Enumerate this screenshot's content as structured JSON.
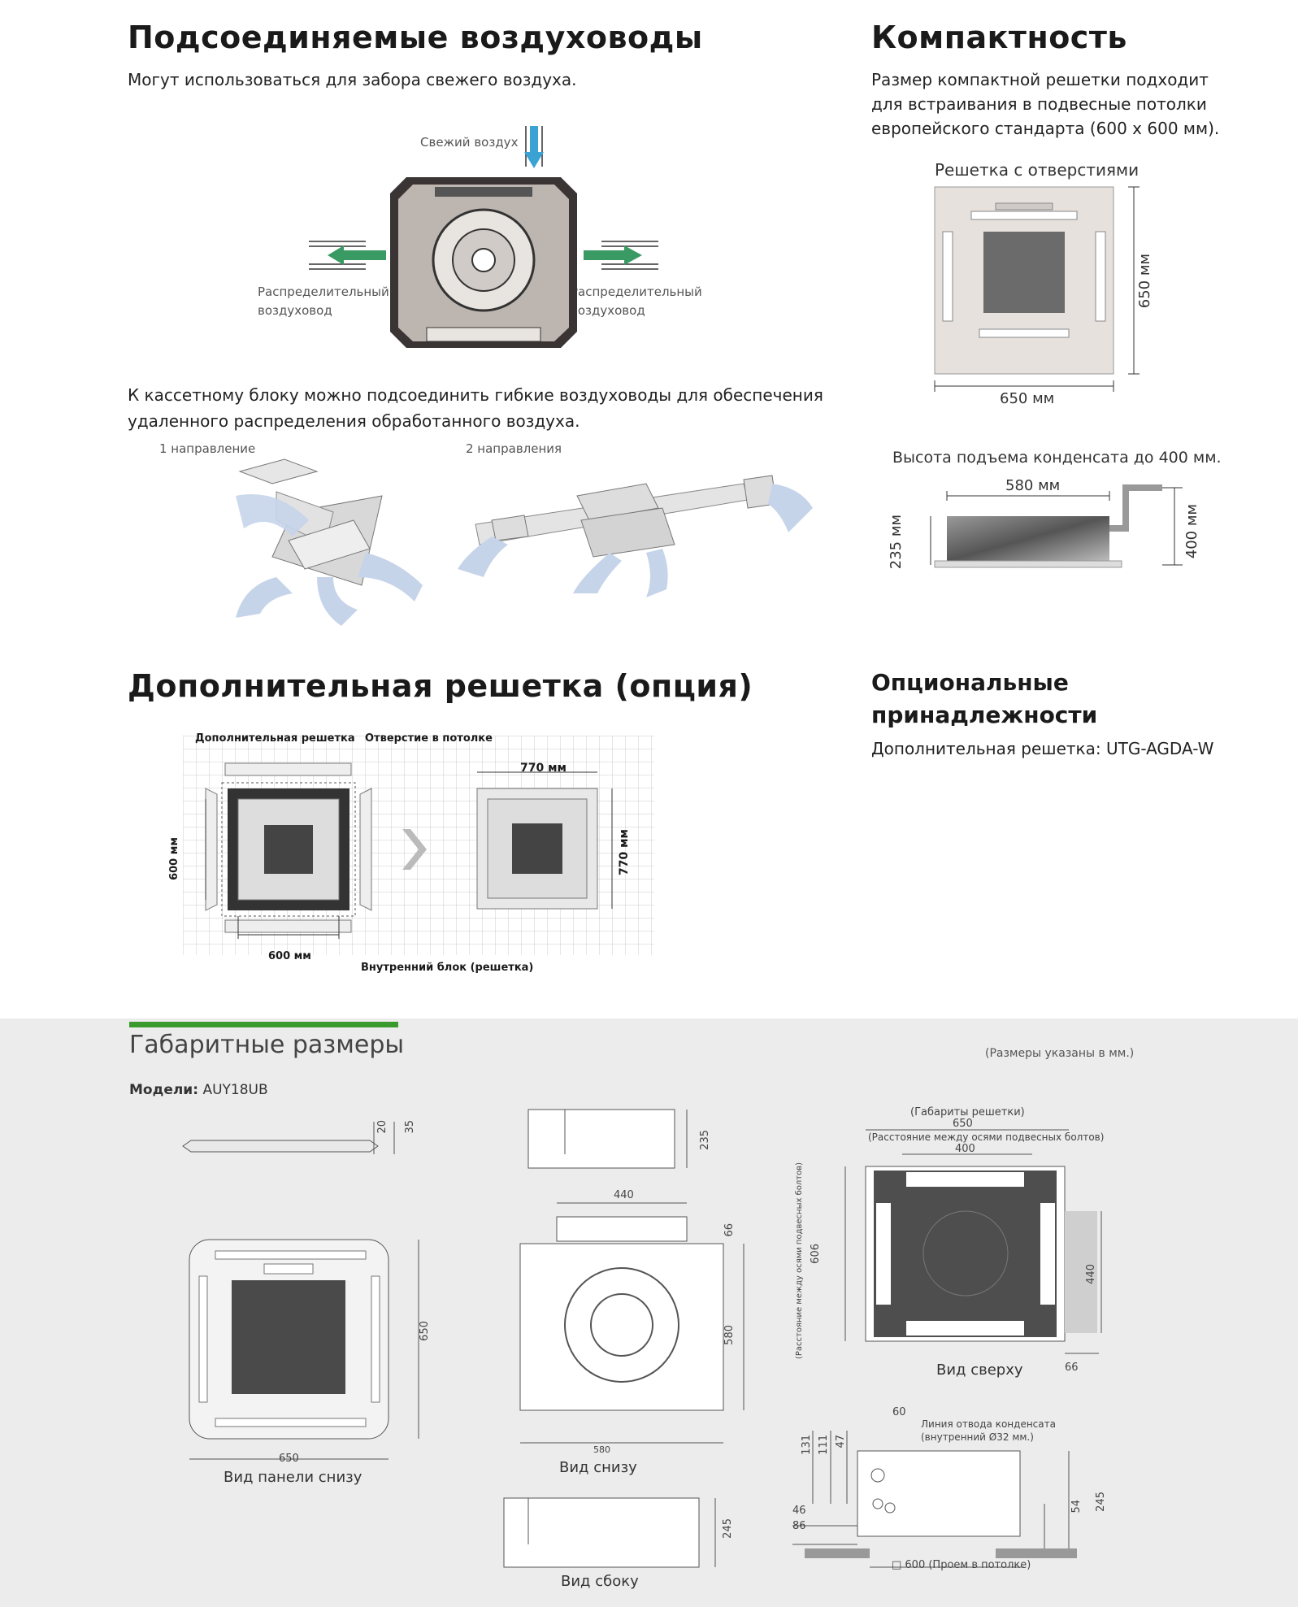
{
  "section1": {
    "title": "Подсоединяемые воздуховоды",
    "subtitle": "Могут использоваться для забора свежего воздуха.",
    "fresh_air": "Свежий воздух",
    "duct_left": [
      "Распределительный",
      "воздуховод"
    ],
    "duct_right": [
      "Распределительный",
      "воздуховод"
    ],
    "body": [
      "К кассетному блоку можно подсоединить гибкие воздуховоды для обеспечения",
      "удаленного распределения обработанного воздуха."
    ],
    "dir1": "1 направление",
    "dir2": "2 направления"
  },
  "compact": {
    "title": "Компактность",
    "body": [
      "Размер компактной решетки подходит",
      "для встраивания в подвесные потолки",
      "европейского стандарта (600 х 600 мм)."
    ],
    "grille_label": "Решетка с отверстиями",
    "width": "650 мм",
    "height": "650 мм",
    "condensate": "Высота подъема конденсата до 400 мм.",
    "c_width": "580 мм",
    "c_height_left": "235 мм",
    "c_height_right": "400 мм"
  },
  "extra_grille": {
    "title": "Дополнительная решетка (опция)",
    "lbl_extra": "Дополнительная решетка",
    "lbl_hole": "Отверстие в потолке",
    "lbl_inner": "Внутренний блок (решетка)",
    "d600v": "600 мм",
    "d600h": "600 мм",
    "d770h": "770 мм",
    "d770v": "770 мм"
  },
  "options": {
    "title": [
      "Опциональные",
      "принадлежности"
    ],
    "text": "Дополнительная решетка: UTG-AGDA-W"
  },
  "dimensions": {
    "title": "Габаритные размеры",
    "note": "(Размеры указаны в мм.)",
    "model_label": "Модели:",
    "model": "AUY18UB",
    "panel": {
      "d20": "20",
      "d35": "35",
      "d650w": "650",
      "d650h": "650",
      "caption": "Вид панели снизу"
    },
    "bottom": {
      "d235": "235",
      "d440": "440",
      "d66": "66",
      "d580v": "580",
      "d580h": "580",
      "caption": "Вид снизу"
    },
    "side": {
      "d245": "245",
      "caption": "Вид сбоку"
    },
    "top": {
      "grille_size": "(Габариты решетки)",
      "d650": "650",
      "bolt_dist": "(Расстояние между осями подвесных болтов)",
      "d400": "400",
      "d606": "606",
      "vert_note": "(Расстояние между осями подвесных болтов)",
      "d440": "440",
      "d66": "66",
      "caption": "Вид сверху"
    },
    "drain": {
      "d60": "60",
      "drain_line": [
        "Линия отвода конденсата",
        "(внутренний Ø32 мм.)"
      ],
      "d131": "131",
      "d111": "111",
      "d47": "47",
      "d46": "46",
      "d86": "86",
      "d54": "54",
      "d245": "245",
      "ceiling": "□ 600 (Проем в потолке)"
    }
  }
}
